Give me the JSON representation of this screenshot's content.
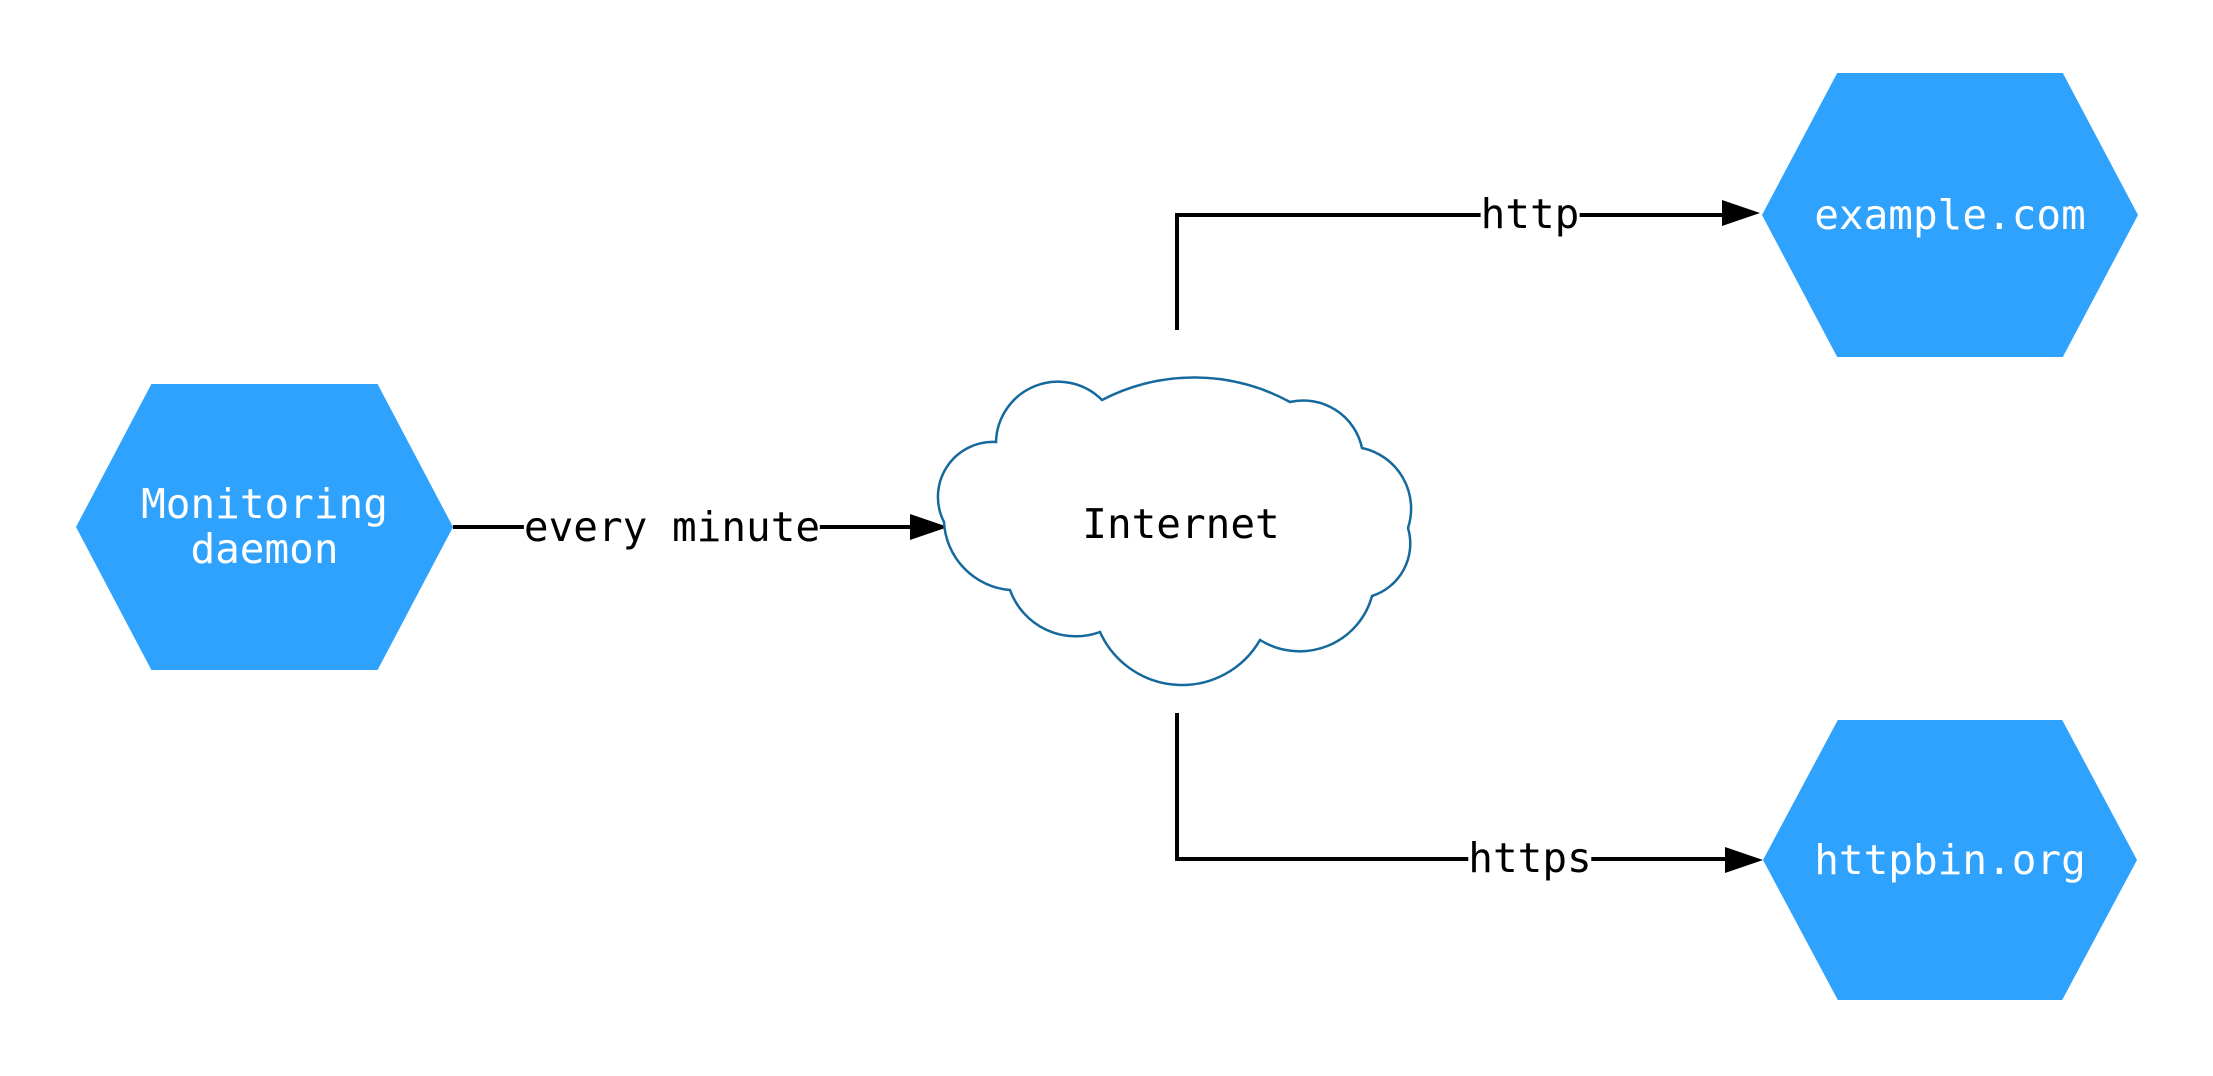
{
  "diagram": {
    "colors": {
      "canvas_bg": "#ffffff",
      "node_fill": "#2ea2fc",
      "node_text": "#ffffff",
      "cloud_stroke": "#16699c",
      "cloud_fill": "#ffffff",
      "connector": "#000000",
      "label_text": "#000000"
    },
    "nodes": [
      {
        "id": "monitoring-daemon",
        "shape": "hexagon",
        "label": "Monitoring\ndaemon"
      },
      {
        "id": "internet",
        "shape": "cloud",
        "label": "Internet"
      },
      {
        "id": "example-com",
        "shape": "hexagon",
        "label": "example.com"
      },
      {
        "id": "httpbin-org",
        "shape": "hexagon",
        "label": "httpbin.org"
      }
    ],
    "edges": [
      {
        "from": "monitoring-daemon",
        "to": "internet",
        "label": "every minute"
      },
      {
        "from": "internet",
        "to": "example-com",
        "label": "http"
      },
      {
        "from": "internet",
        "to": "httpbin-org",
        "label": "https"
      }
    ]
  }
}
